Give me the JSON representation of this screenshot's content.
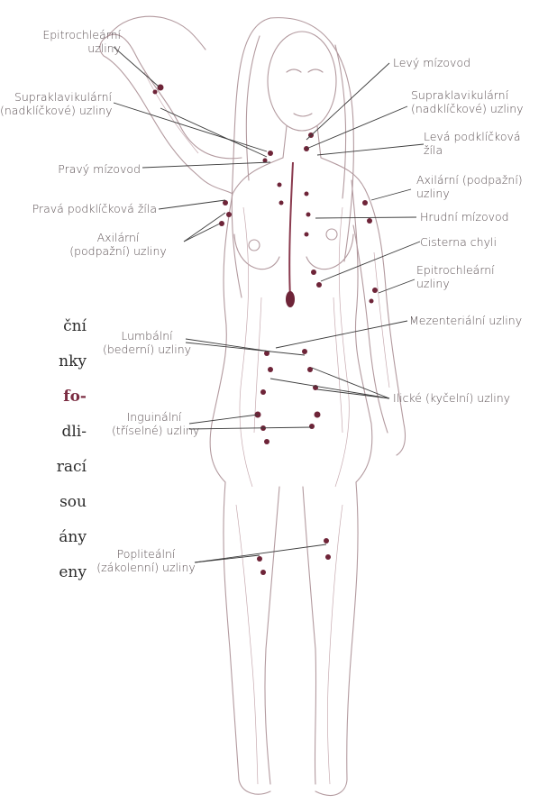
{
  "labels": {
    "epitrochlearni_right": [
      "Epitrochleární",
      "uzliny"
    ],
    "supraclav_right": [
      "Supraklavikulární",
      "(nadklíčkové) uzliny"
    ],
    "pravy_mizovod": "Pravý mízovod",
    "prava_podklickova": "Pravá podklíčková žíla",
    "axilarni_right": [
      "Axilární",
      "(podpažní) uzliny"
    ],
    "levy_mizovod": "Levý mízovod",
    "supraclav_left": [
      "Supraklavikulární",
      "(nadklíčkové) uzliny"
    ],
    "leva_podklickova": [
      "Levá podklíčková",
      "žíla"
    ],
    "axilarni_left": [
      "Axilární (podpažní)",
      "uzliny"
    ],
    "hrudni_mizovod": "Hrudní mízovod",
    "cisterna_chyli": "Cisterna chyli",
    "epitrochlearni_left": [
      "Epitrochleární",
      "uzliny"
    ],
    "mezenterialni": "Mezenteriální uzliny",
    "lumbalni": [
      "Lumbální",
      "(bederní) uzliny"
    ],
    "ilicke": "Ilické (kyčelní) uzliny",
    "inguinalni": [
      "Inguinální",
      "(tříselné) uzliny"
    ],
    "popliteal": [
      "Popliteální",
      "(zákolenní) uzliny"
    ]
  },
  "side_text": [
    "",
    "ční",
    "nky",
    "fo-",
    "dli-",
    "rací",
    "sou",
    "ány",
    "eny"
  ],
  "colors": {
    "vessel": "#8a3a4e",
    "node": "#6e2438",
    "body_line": "#b39a9f",
    "label": "#5a4f52",
    "accent": "#7b2d42"
  }
}
